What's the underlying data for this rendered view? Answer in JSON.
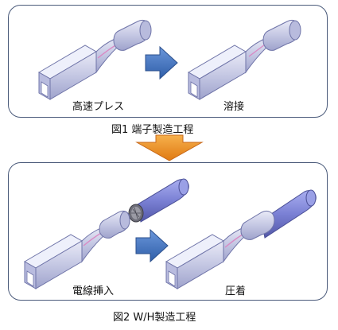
{
  "figure1": {
    "step_labels": [
      "高速プレス",
      "溶接"
    ],
    "caption": "図1  端子製造工程"
  },
  "figure2": {
    "step_labels": [
      "電線挿入",
      "圧着"
    ],
    "caption": "図2  W/H製造工程"
  },
  "colors": {
    "border": "#4a5a7a",
    "process_arrow_blue": "#3f6fb8",
    "transition_arrow_orange": "#e8891e",
    "terminal_metal": "#c9cbe6",
    "wire_blue": "#7d83d6"
  }
}
